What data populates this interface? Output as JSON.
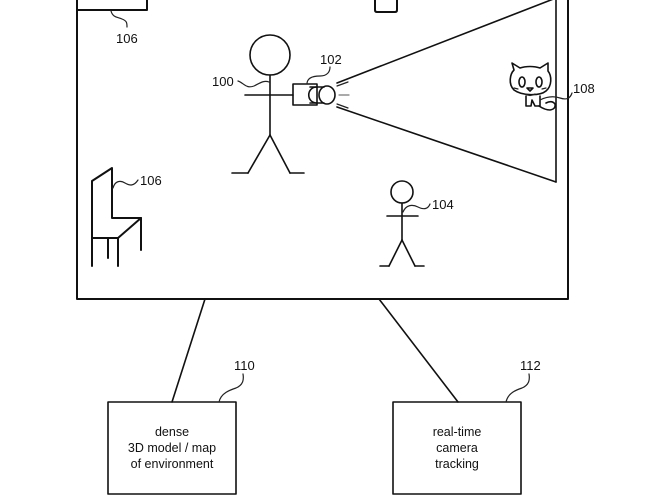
{
  "figure": {
    "references": {
      "user": "100",
      "camera": "102",
      "person": "104",
      "object_top": "106",
      "chair": "106",
      "cat": "108",
      "model_box": "110",
      "tracking_box": "112"
    },
    "boxes": {
      "model": {
        "lines": [
          "dense",
          "3D model / map",
          "of environment"
        ]
      },
      "tracking": {
        "lines": [
          "real-time",
          "camera",
          "tracking"
        ]
      }
    }
  }
}
